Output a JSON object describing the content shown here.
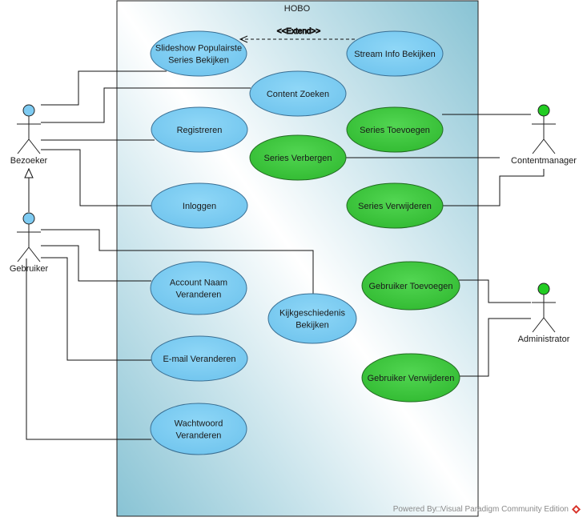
{
  "colors": {
    "actor_default": "#7ecbf2",
    "actor_highlight": "#22cc22",
    "uc_blue_fill": "#7dcdf2",
    "uc_blue_stroke": "#3a6f93",
    "uc_green_fill": "#3fc93f",
    "uc_green_stroke": "#226b22",
    "line": "#111111",
    "system_gradient_light": "#ffffff",
    "system_gradient_dark": "#88c3d4"
  },
  "system": {
    "name": "HOBO"
  },
  "actors": [
    {
      "id": "bezoeker",
      "label": "Bezoeker",
      "color_key": "actor_default"
    },
    {
      "id": "gebruiker",
      "label": "Gebruiker",
      "color_key": "actor_default"
    },
    {
      "id": "contentmanager",
      "label": "Contentmanager",
      "color_key": "actor_highlight"
    },
    {
      "id": "administrator",
      "label": "Administrator",
      "color_key": "actor_highlight"
    }
  ],
  "use_cases": [
    {
      "id": "slideshow",
      "lines": [
        "Slideshow Populairste",
        "Series Bekijken"
      ],
      "style": "blue"
    },
    {
      "id": "stream-info",
      "lines": [
        "Stream Info Bekijken"
      ],
      "style": "blue"
    },
    {
      "id": "content-zoeken",
      "lines": [
        "Content Zoeken"
      ],
      "style": "blue"
    },
    {
      "id": "registreren",
      "lines": [
        "Registreren"
      ],
      "style": "blue"
    },
    {
      "id": "series-toevoegen",
      "lines": [
        "Series Toevoegen"
      ],
      "style": "green"
    },
    {
      "id": "series-verbergen",
      "lines": [
        "Series Verbergen"
      ],
      "style": "green"
    },
    {
      "id": "inloggen",
      "lines": [
        "Inloggen"
      ],
      "style": "blue"
    },
    {
      "id": "series-verwijderen",
      "lines": [
        "Series Verwijderen"
      ],
      "style": "green"
    },
    {
      "id": "account-naam",
      "lines": [
        "Account Naam",
        "Veranderen"
      ],
      "style": "blue"
    },
    {
      "id": "kijkgeschiedenis",
      "lines": [
        "Kijkgeschiedenis",
        "Bekijken"
      ],
      "style": "blue"
    },
    {
      "id": "gebruiker-toevoegen",
      "lines": [
        "Gebruiker Toevoegen"
      ],
      "style": "green"
    },
    {
      "id": "email-veranderen",
      "lines": [
        "E-mail Veranderen"
      ],
      "style": "blue"
    },
    {
      "id": "gebruiker-verwijderen",
      "lines": [
        "Gebruiker Verwijderen"
      ],
      "style": "green"
    },
    {
      "id": "wachtwoord",
      "lines": [
        "Wachtwoord",
        "Veranderen"
      ],
      "style": "blue"
    }
  ],
  "relationships": [
    {
      "type": "extend",
      "from": "stream-info",
      "to": "slideshow",
      "label": "<<Extend>>"
    },
    {
      "type": "generalization",
      "from": "gebruiker",
      "to": "bezoeker"
    },
    {
      "type": "association",
      "actor": "bezoeker",
      "use_case": "slideshow"
    },
    {
      "type": "association",
      "actor": "bezoeker",
      "use_case": "content-zoeken"
    },
    {
      "type": "association",
      "actor": "bezoeker",
      "use_case": "registreren"
    },
    {
      "type": "association",
      "actor": "bezoeker",
      "use_case": "inloggen"
    },
    {
      "type": "association",
      "actor": "gebruiker",
      "use_case": "kijkgeschiedenis"
    },
    {
      "type": "association",
      "actor": "gebruiker",
      "use_case": "account-naam"
    },
    {
      "type": "association",
      "actor": "gebruiker",
      "use_case": "email-veranderen"
    },
    {
      "type": "association",
      "actor": "gebruiker",
      "use_case": "wachtwoord"
    },
    {
      "type": "association",
      "actor": "contentmanager",
      "use_case": "series-toevoegen"
    },
    {
      "type": "association",
      "actor": "contentmanager",
      "use_case": "series-verbergen"
    },
    {
      "type": "association",
      "actor": "contentmanager",
      "use_case": "series-verwijderen"
    },
    {
      "type": "association",
      "actor": "administrator",
      "use_case": "gebruiker-toevoegen"
    },
    {
      "type": "association",
      "actor": "administrator",
      "use_case": "gebruiker-verwijderen"
    }
  ],
  "footer": {
    "text": "Powered By□Visual Paradigm Community Edition",
    "icon": "visual-paradigm-logo-icon"
  }
}
